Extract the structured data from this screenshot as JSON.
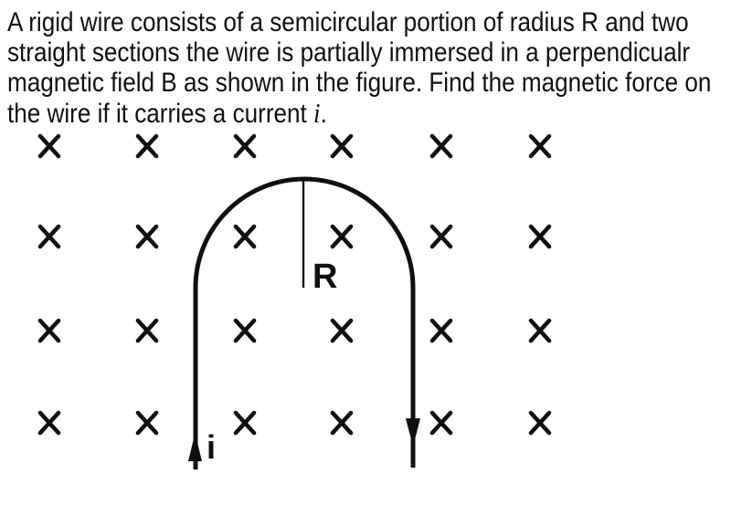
{
  "question": {
    "lines": [
      "A rigid wire consists of a semicircular portion of radius R and two",
      "straight sections the wire is partially immersed in a perpendicualr",
      "magnetic field B as shown in the figure. Find the magnetic force on"
    ],
    "line4": {
      "prefix": "the wire if it carries a current ",
      "math_symbol": "i",
      "suffix": "."
    }
  },
  "figure": {
    "labels": {
      "radius": "R",
      "current": "i"
    },
    "field_marks": {
      "symbol": "x-field-into-page",
      "rows_y": [
        160,
        259,
        362,
        463
      ],
      "cols_x": [
        54,
        161,
        268,
        374,
        483,
        591
      ],
      "arm_half_width": 10,
      "arm_half_height": 11
    },
    "colors": {
      "ink": "#101010",
      "background": "#ffffff"
    }
  }
}
